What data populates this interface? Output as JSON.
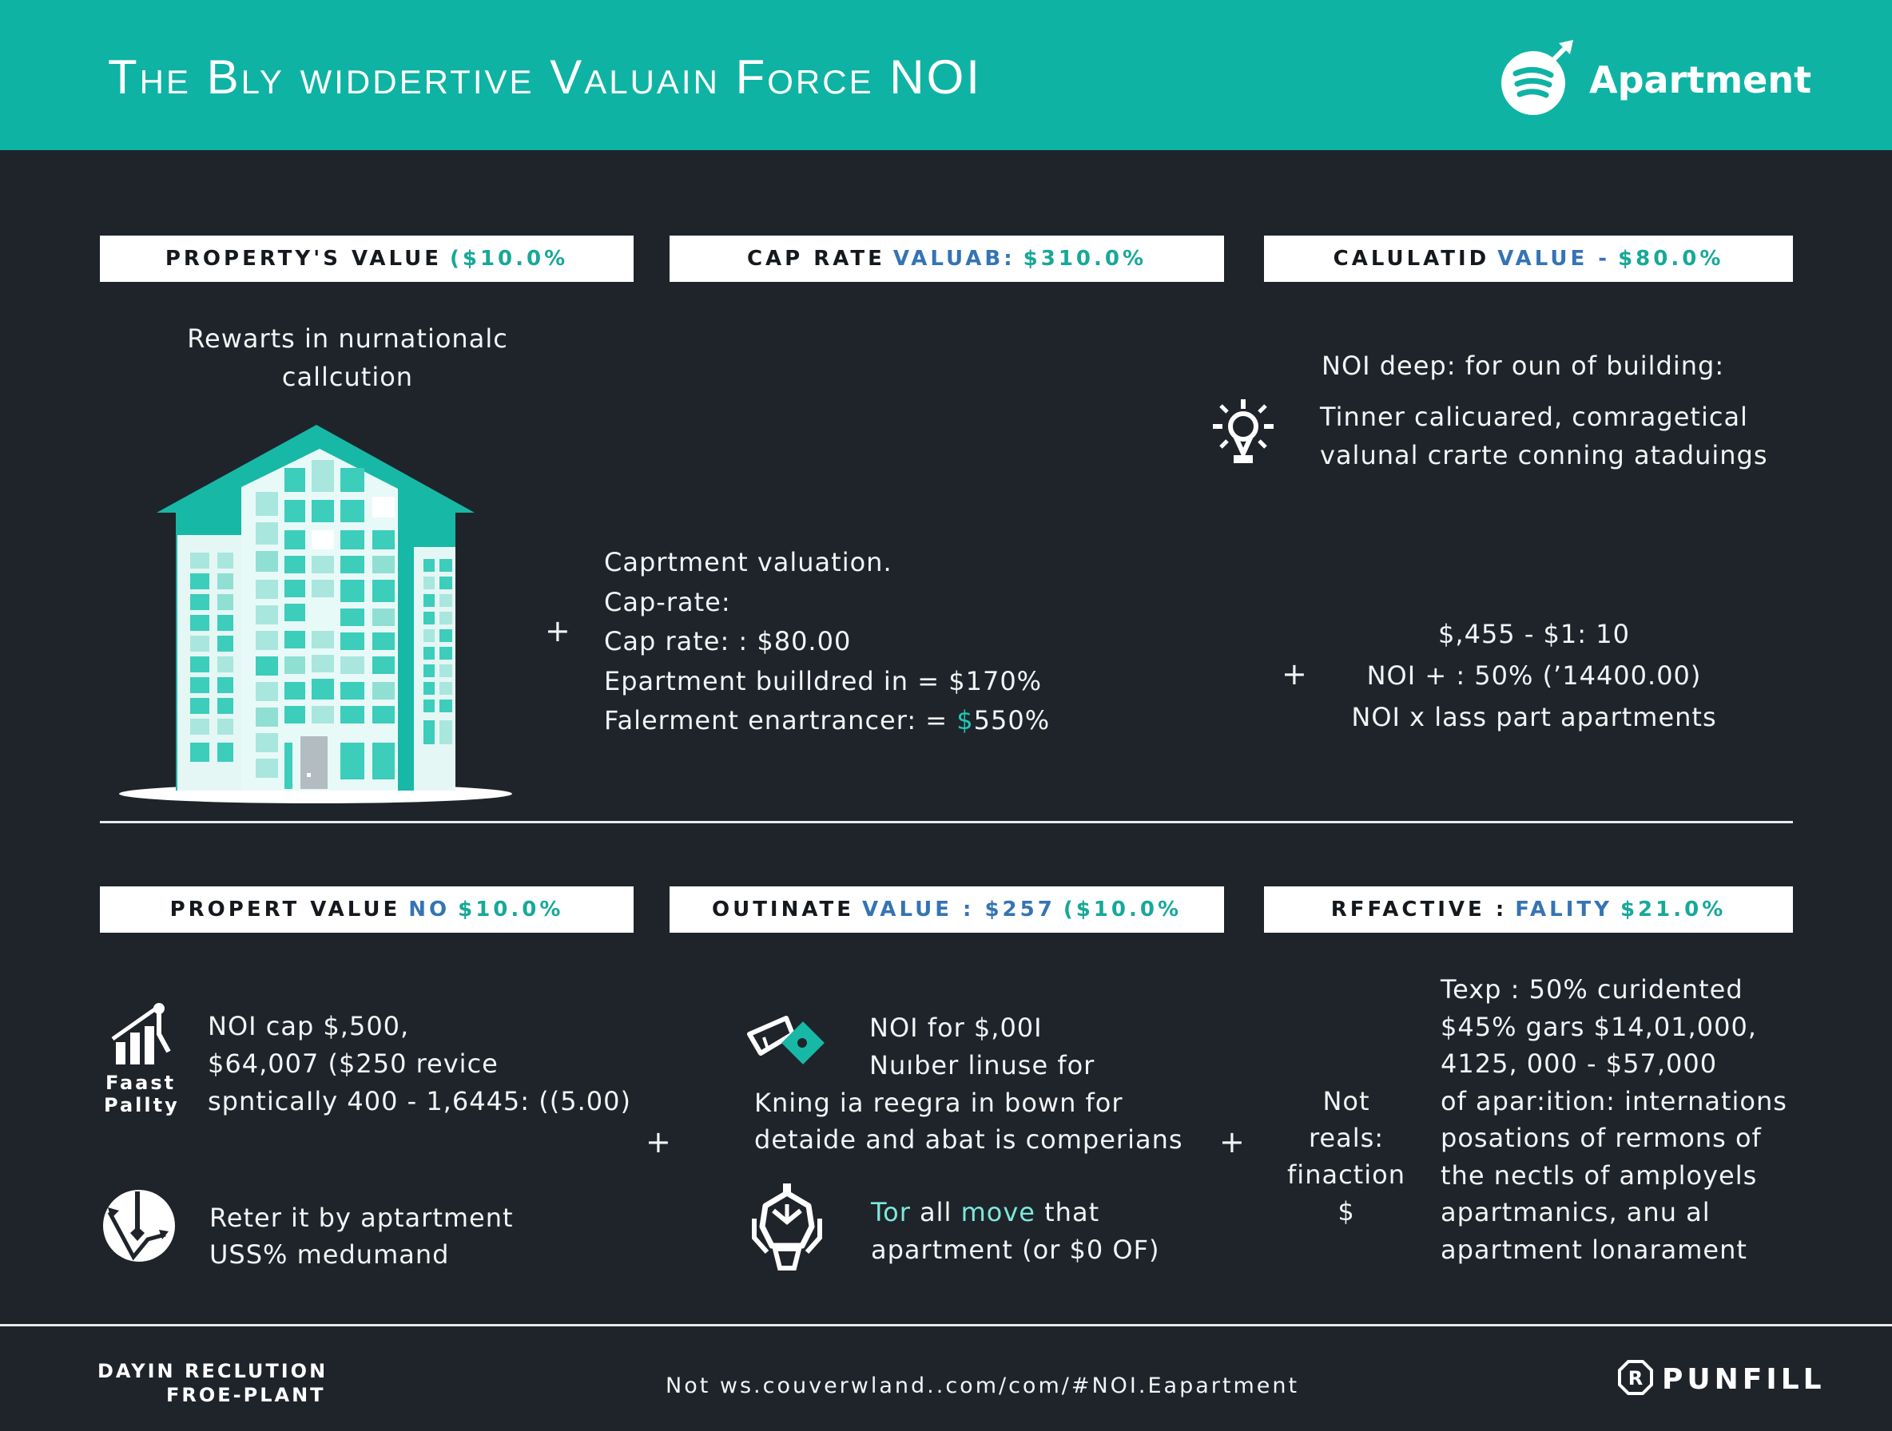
{
  "header": {
    "title": "The Bly widdertive Valuain Force NOI",
    "brand": {
      "icon": "apartment-logo-icon",
      "label": "Apartment"
    },
    "background": "#0eb3a4"
  },
  "top_labels": [
    {
      "parts": [
        {
          "text": "PROPERTY'S VALUE",
          "color": "dark"
        },
        {
          "text": "($10.0%",
          "color": "teal"
        }
      ]
    },
    {
      "parts": [
        {
          "text": "CAP RATE",
          "color": "dark"
        },
        {
          "text": "VALUAB:",
          "color": "blue"
        },
        {
          "text": "$310.0%",
          "color": "teal"
        }
      ]
    },
    {
      "parts": [
        {
          "text": "CALULATID",
          "color": "dark"
        },
        {
          "text": "VALUE -",
          "color": "blue"
        },
        {
          "text": "$80.0%",
          "color": "teal"
        }
      ]
    }
  ],
  "top_left": {
    "caption_line1": "Rewarts in nurnationalc",
    "caption_line2": "callcution",
    "illustration": "apartment-building-icon"
  },
  "top_middle": {
    "lines": [
      "Caprtment valuation.",
      "Cap-rate:",
      "Cap rate: : $80.00",
      "Epartment builldred in =  $170%"
    ],
    "last_line_prefix": "Falerment enartrancer: = ",
    "last_line_dollar": "$",
    "last_line_value": "550%",
    "plus": "+"
  },
  "top_right": {
    "heading": "NOI deep: for oun of building:",
    "icon": "lightbulb-icon",
    "desc_line1": "Tinner calicuared, comragetical",
    "desc_line2": "valunal crarte conning ataduings",
    "formula": [
      "$,455 - $1: 10",
      "NOI + : 50% (’14400.00)",
      "NOI x  lass part apartments"
    ],
    "plus": "+"
  },
  "bottom_labels": [
    {
      "parts": [
        {
          "text": "PROPERT  VALUE",
          "color": "dark"
        },
        {
          "text": "NO",
          "color": "blue"
        },
        {
          "text": "$10.0%",
          "color": "teal"
        }
      ]
    },
    {
      "parts": [
        {
          "text": "OUTINATE",
          "color": "dark"
        },
        {
          "text": "VALUE : $257",
          "color": "blue"
        },
        {
          "text": "($10.0%",
          "color": "teal"
        }
      ]
    },
    {
      "parts": [
        {
          "text": "RFFACTIVE :",
          "color": "dark"
        },
        {
          "text": "FALITY",
          "color": "blue"
        },
        {
          "text": "$21.0%",
          "color": "teal"
        }
      ]
    }
  ],
  "bottom_left": {
    "item1": {
      "icon": "growth-chart-icon",
      "icon_caption_line1": "Faast",
      "icon_caption_line2": "Pallty",
      "lines": [
        "NOI cap $,500,",
        "$64,007 ($250  revice",
        "spnticaIly 400 - 1,6445: ((5.00)"
      ]
    },
    "item2": {
      "icon": "compass-arrows-icon",
      "lines": [
        "Reter it by aptartment",
        "USS% medumand"
      ]
    }
  },
  "bottom_middle": {
    "plus": "+",
    "item1": {
      "icon": "money-tag-icon",
      "lines": [
        "NOI for $,00I",
        "Nuıber linuse for"
      ],
      "wide_lines": [
        "Kning ia reegra in bown for",
        "detaide and abat is comperians"
      ]
    },
    "item2": {
      "icon": "gear-building-icon",
      "line1_parts": [
        {
          "text": "Tor",
          "color": "teal"
        },
        {
          "text": " all ",
          "color": "white"
        },
        {
          "text": "move",
          "color": "teal"
        },
        {
          "text": " that",
          "color": "white"
        }
      ],
      "line2": "apartment (or $0 OF)"
    }
  },
  "bottom_right": {
    "plus": "+",
    "side_lines": [
      "Not",
      "reals:",
      "finaction",
      "$"
    ],
    "lines": [
      "Texp : 50% curidented",
      "$45% gars $14,01,000,",
      "4125, 000 - $57,000",
      "of apar:ition: internations",
      "posations of rermons of",
      "the nectls of amployels",
      "apartmanics, anu al",
      "apartment lonarament"
    ]
  },
  "footer": {
    "left_line1": "DAYIN RECLUTION",
    "left_line2": "FROE-PLANT",
    "url": "Not ws.couverwland..com/com/#NOI.Eapartment",
    "brand_icon": "registered-octagon-icon",
    "brand": "PUNFILL"
  },
  "colors": {
    "background": "#1f242b",
    "accent_teal": "#0eb3a4",
    "label_blue": "#3574b3",
    "label_teal": "#17a898",
    "text": "#f2f4f5"
  }
}
